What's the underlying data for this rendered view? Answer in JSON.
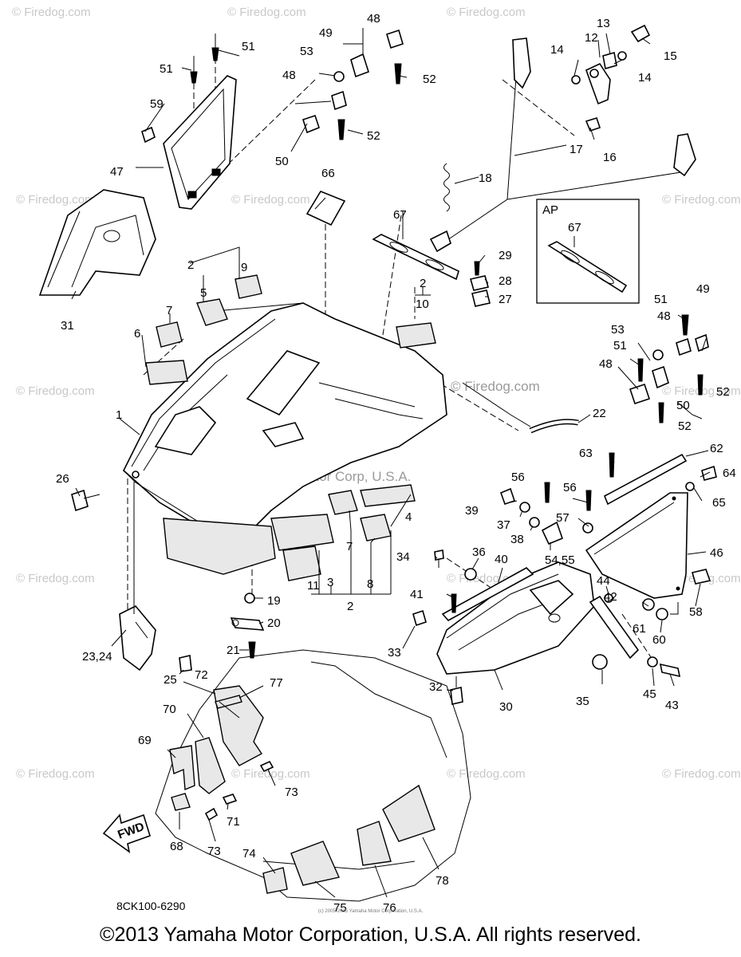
{
  "watermark": "© Firedog.com",
  "center_watermark": "© Firedog.com",
  "manufacturer_watermark": "Yamaha Motor Corp, U.S.A.",
  "inset_label": "AP",
  "inset_part": "67",
  "fwd_label": "FWD",
  "drawing_code": "8CK100-6290",
  "small_credit": "(c) 2005-2015 Yamaha Motor Corporation, U.S.A.",
  "copyright": "©2013 Yamaha Motor Corporation, U.S.A. All rights reserved.",
  "callouts": [
    "1",
    "2",
    "3",
    "4",
    "5",
    "6",
    "7",
    "8",
    "9",
    "10",
    "11",
    "12",
    "13",
    "14",
    "15",
    "16",
    "17",
    "18",
    "19",
    "20",
    "21",
    "22",
    "23,24",
    "25",
    "26",
    "27",
    "28",
    "29",
    "30",
    "31",
    "32",
    "33",
    "34",
    "35",
    "36",
    "37",
    "38",
    "39",
    "40",
    "41",
    "42",
    "43",
    "44",
    "45",
    "46",
    "47",
    "48",
    "49",
    "50",
    "51",
    "52",
    "53",
    "54,55",
    "56",
    "57",
    "58",
    "59",
    "60",
    "61",
    "62",
    "63",
    "64",
    "65",
    "66",
    "67",
    "68",
    "69",
    "70",
    "71",
    "72",
    "73",
    "74",
    "75",
    "76",
    "77",
    "78"
  ]
}
